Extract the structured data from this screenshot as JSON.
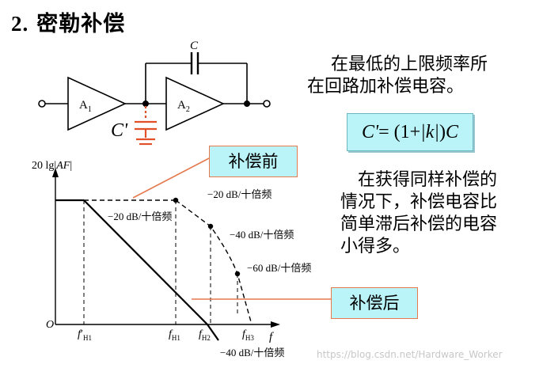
{
  "header": {
    "number": "2.",
    "title": "密勒补偿"
  },
  "circuit": {
    "amp1_label": "A",
    "amp1_sub": "1",
    "amp2_label": "A",
    "amp2_sub": "2",
    "cap_top_label": "C",
    "cap_ground_label": "C'"
  },
  "description_top": {
    "line1": "在最低的上限频率所",
    "line2": "在回路加补偿电容。"
  },
  "formula": {
    "lhs": "C'",
    "eq_open": "= (1+",
    "abs_var": "|k|",
    "close": ")",
    "rhs": "C"
  },
  "description_bottom": {
    "line1": "在获得同样补偿的",
    "line2": "情况下，补偿电容比",
    "line3": "简单滞后补偿的电容",
    "line4": "小得多。"
  },
  "callouts": {
    "before": "补偿前",
    "after": "补偿后"
  },
  "bode": {
    "ylabel": "20 lg|",
    "ylabel_expr": "AF",
    "origin": "O",
    "xlabel": "f",
    "ticks": [
      {
        "main": "f",
        "prime": "′",
        "sub": "H1"
      },
      {
        "main": "f",
        "prime": "",
        "sub": "H1"
      },
      {
        "main": "f",
        "prime": "",
        "sub": "H2"
      },
      {
        "main": "f",
        "prime": "",
        "sub": "H3"
      }
    ],
    "slope_labels": {
      "before_1": "−20 dB/十倍频",
      "before_2": "−40 dB/十倍频",
      "before_3": "−60 dB/十倍频",
      "after_1": "−20 dB/十倍频",
      "after_2": "−40 dB/十倍频"
    }
  },
  "watermark": "https://blog.csdn.net/Hardware_Worker",
  "colors": {
    "formula_bg": "#baf4f9",
    "callout_border": "#e57a4e",
    "capacitor": "#e2502a"
  }
}
